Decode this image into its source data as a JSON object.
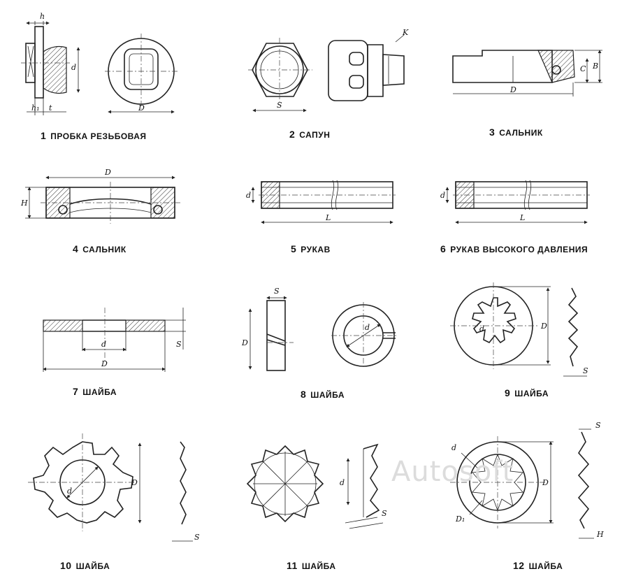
{
  "watermark": "Autosoft",
  "parts": [
    {
      "num": "1",
      "name": "ПРОБКА РЕЗЬБОВАЯ",
      "dims": [
        "h",
        "h₁",
        "t",
        "d",
        "D"
      ]
    },
    {
      "num": "2",
      "name": "САПУН",
      "dims": [
        "S",
        "K"
      ]
    },
    {
      "num": "3",
      "name": "САЛЬНИК",
      "dims": [
        "D",
        "C",
        "B"
      ]
    },
    {
      "num": "4",
      "name": "САЛЬНИК",
      "dims": [
        "D",
        "H"
      ]
    },
    {
      "num": "5",
      "name": "РУКАВ",
      "dims": [
        "d",
        "L"
      ]
    },
    {
      "num": "6",
      "name": "РУКАВ ВЫСОКОГО ДАВЛЕНИЯ",
      "dims": [
        "d",
        "L"
      ]
    },
    {
      "num": "7",
      "name": "ШАЙБА",
      "dims": [
        "d",
        "D",
        "S"
      ]
    },
    {
      "num": "8",
      "name": "ШАЙБА",
      "dims": [
        "S",
        "D",
        "d"
      ]
    },
    {
      "num": "9",
      "name": "ШАЙБА",
      "dims": [
        "d",
        "D",
        "S"
      ]
    },
    {
      "num": "10",
      "name": "ШАЙБА",
      "dims": [
        "d",
        "D",
        "S"
      ]
    },
    {
      "num": "11",
      "name": "ШАЙБА",
      "dims": [
        "d",
        "S"
      ]
    },
    {
      "num": "12",
      "name": "ШАЙБА",
      "dims": [
        "d",
        "D",
        "D₁",
        "S",
        "H"
      ]
    }
  ]
}
